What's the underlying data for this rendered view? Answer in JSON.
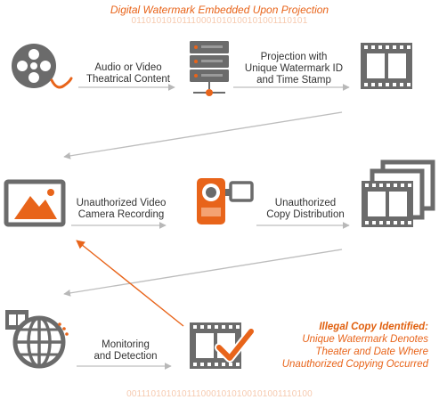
{
  "header": {
    "title": "Digital Watermark Embedded Upon Projection",
    "binary_top": "01101010101110001010100101001110101",
    "binary_bottom": "0011101010101110001010100101001110100"
  },
  "steps": {
    "content_label_1": "Audio or Video",
    "content_label_2": "Theatrical Content",
    "projection_label_1": "Projection with",
    "projection_label_2": "Unique Watermark ID",
    "projection_label_3": "and Time Stamp",
    "camera_label_1": "Unauthorized Video",
    "camera_label_2": "Camera Recording",
    "distribution_label_1": "Unauthorized",
    "distribution_label_2": "Copy Distribution",
    "monitoring_label_1": "Monitoring",
    "monitoring_label_2": "and Detection"
  },
  "result": {
    "heading": "Illegal Copy Identified:",
    "line_1": "Unique Watermark Denotes",
    "line_2": "Theater and Date Where",
    "line_3": "Unauthorized Copying Occurred"
  },
  "icons": {
    "reel": "film-reel-icon",
    "server": "server-icon",
    "film": "film-strip-icon",
    "picture": "picture-screen-icon",
    "camera": "video-camera-icon",
    "copies": "film-copies-icon",
    "globe": "globe-network-icon",
    "verified": "film-check-icon"
  },
  "colors": {
    "accent": "#e8641a",
    "icon_gray": "#6b6b6b",
    "arrow_gray": "#bdbdbd",
    "text": "#333333"
  }
}
